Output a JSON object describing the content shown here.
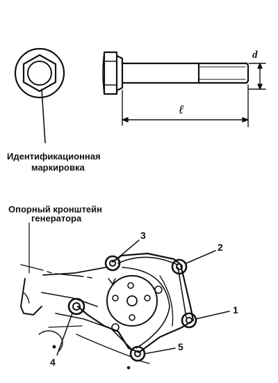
{
  "labels": {
    "identification": "Идентификационная",
    "marking": "маркировка",
    "support_bracket": "Опорный кронштейн",
    "generator": "генератора",
    "dim_d": "d",
    "dim_l": "ℓ"
  },
  "callouts": {
    "c1": "1",
    "c2": "2",
    "c3": "3",
    "c4": "4",
    "c5": "5"
  },
  "colors": {
    "ink": "#111111",
    "paper": "#ffffff"
  }
}
